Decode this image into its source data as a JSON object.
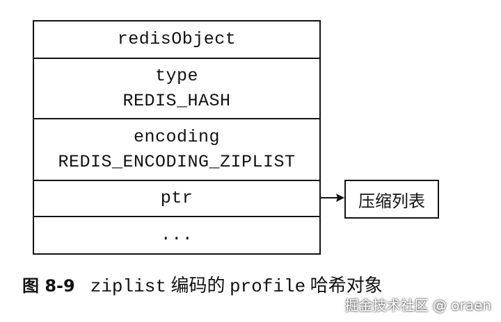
{
  "struct": {
    "header": "redisObject",
    "type_label": "type",
    "type_value": "REDIS_HASH",
    "encoding_label": "encoding",
    "encoding_value": "REDIS_ENCODING_ZIPLIST",
    "ptr_label": "ptr",
    "more_label": "..."
  },
  "target": {
    "label": "压缩列表"
  },
  "caption": {
    "figure_number": "图 8-9",
    "part1": "ziplist",
    "part2": " 编码的 ",
    "part3": "profile",
    "part4": " 哈希对象"
  },
  "watermark": {
    "text": "掘金技术社区 @ oraen"
  }
}
